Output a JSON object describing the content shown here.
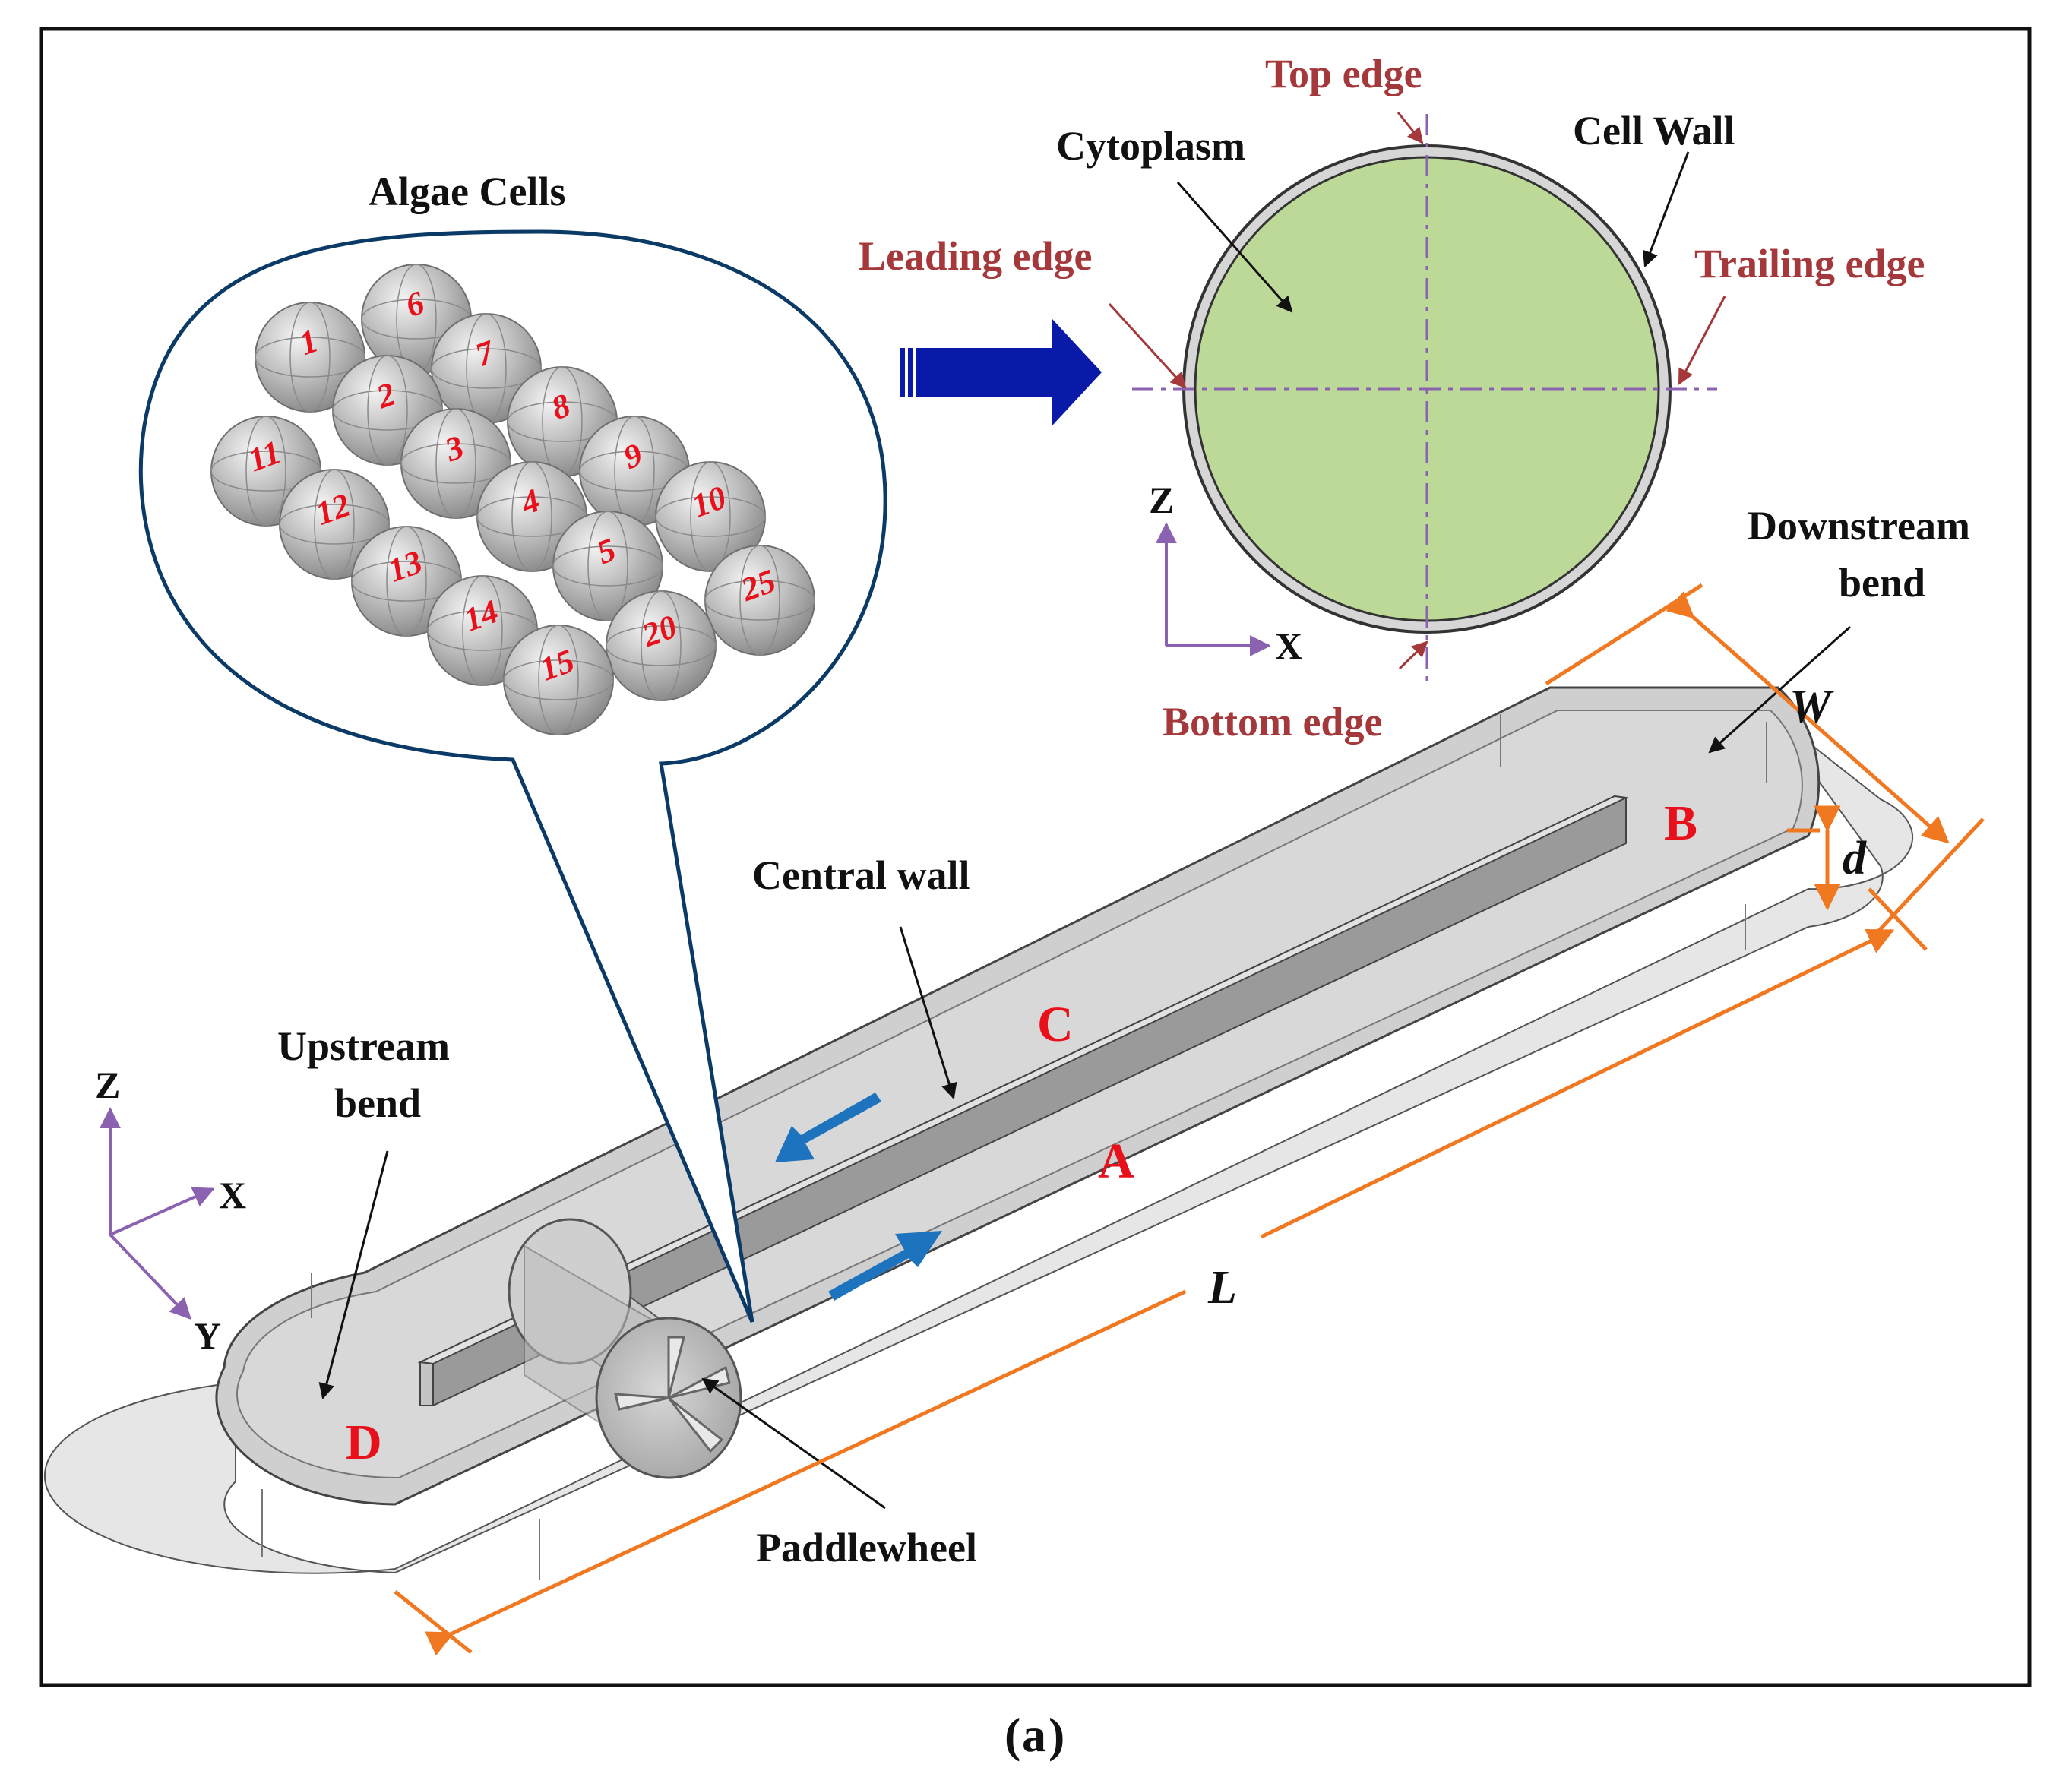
{
  "labels": {
    "algae_cells": "Algae Cells",
    "top_edge": "Top edge",
    "cytoplasm": "Cytoplasm",
    "cell_wall": "Cell Wall",
    "leading_edge": "Leading edge",
    "trailing_edge": "Trailing edge",
    "bottom_edge": "Bottom edge",
    "downstream_bend_1": "Downstream",
    "downstream_bend_2": "bend",
    "upstream_bend_1": "Upstream",
    "upstream_bend_2": "bend",
    "central_wall": "Central wall",
    "paddlewheel": "Paddlewheel"
  },
  "zones": {
    "a": "A",
    "b": "B",
    "c": "C",
    "d": "D"
  },
  "dimensions": {
    "width": "W",
    "depth": "d",
    "length": "L"
  },
  "axes": {
    "cell": {
      "z": "Z",
      "x": "X"
    },
    "pond": {
      "z": "Z",
      "x": "X",
      "y": "Y"
    }
  },
  "cells": [
    "1",
    "2",
    "3",
    "4",
    "5",
    "6",
    "7",
    "8",
    "9",
    "10",
    "11",
    "12",
    "13",
    "14",
    "15",
    "20",
    "25"
  ],
  "caption": {
    "open": "(",
    "letter": "a",
    "close": ")"
  },
  "colors": {
    "cytoplasm": "#bcd998",
    "cell_wall": "#d8d8d8",
    "flow_arrow": "#1e73be",
    "big_arrow": "#0a1aa8",
    "dimension_lines": "#f07820",
    "callout": "#0b3a66",
    "axis": "#8a62b0",
    "edge_labels": "#a4383a",
    "zone_labels": "#e8101a"
  }
}
